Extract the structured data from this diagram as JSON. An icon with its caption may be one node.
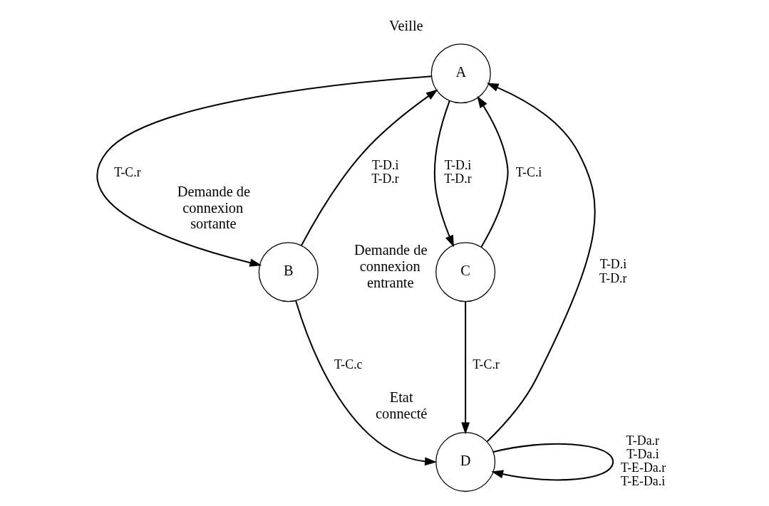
{
  "diagram": {
    "nodes": [
      {
        "text": [
          "A"
        ],
        "beside": [
          "Veille"
        ]
      },
      {
        "text": [
          "B"
        ],
        "beside": [
          "Demande de connexion sortante"
        ]
      },
      {
        "text": [
          "C"
        ],
        "beside": [
          "Demande de connexion entrante"
        ]
      },
      {
        "text": [
          "D"
        ],
        "beside": [
          "Etat connecté"
        ]
      }
    ],
    "edges": [
      {
        "from": 0,
        "to": 1,
        "arrow": "to",
        "label": "T-C.r"
      },
      {
        "from": 1,
        "to": 0,
        "arrow": "to",
        "label": "T-D.i T-D.r"
      },
      {
        "from": 0,
        "to": 2,
        "arrow": "to",
        "label": "T-D.i T-D.r"
      },
      {
        "from": 2,
        "to": 0,
        "arrow": "to",
        "label": "T-C.i"
      },
      {
        "from": 3,
        "to": 0,
        "arrow": "to",
        "label": "T-D.i T-D.r"
      },
      {
        "from": 1,
        "to": 3,
        "arrow": "to",
        "label": "T-C.c"
      },
      {
        "from": 2,
        "to": 3,
        "arrow": "to",
        "label": "T-C.r"
      },
      {
        "from": 3,
        "to": 3,
        "arrow": "to",
        "label": "T-Da.r T-Da.i T-E-Da.r T-E-Da.i"
      }
    ]
  }
}
